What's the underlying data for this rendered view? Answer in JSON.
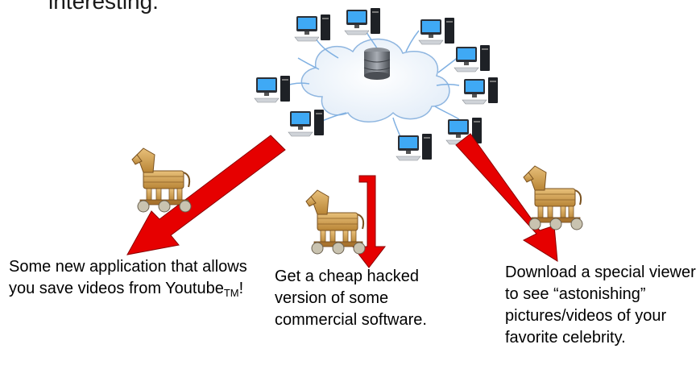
{
  "title": "interesting:",
  "captions": {
    "left": "Some new application that allows you save videos from Youtube",
    "left_sub": "TM",
    "left_end": "!",
    "middle": "Get a cheap hacked version of some commercial software.",
    "right": "Download a special viewer to see “astonishing” pictures/videos of your favorite celebrity."
  },
  "icons": {
    "cloud": "network-cloud-icon",
    "server": "database-server-icon",
    "computer": "desktop-computer-icon",
    "trojan": "trojan-horse-icon",
    "arrow": "red-arrow"
  },
  "colors": {
    "arrow": "#e60000",
    "arrow_outline": "#8b0000",
    "cloud": "#eef4fb",
    "wood": "#d9a85a"
  }
}
